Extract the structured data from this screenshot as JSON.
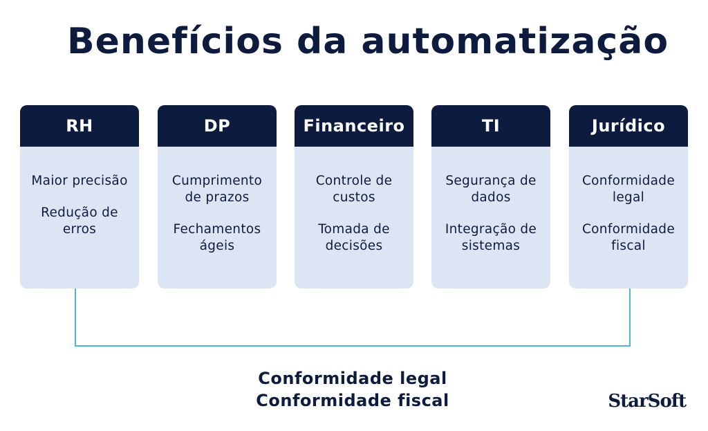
{
  "title": "Benefícios da automatização",
  "cards": [
    {
      "header": "RH",
      "items": [
        "Maior precisão",
        "Redução de erros"
      ]
    },
    {
      "header": "DP",
      "items": [
        "Cumprimento de prazos",
        "Fechamentos ágeis"
      ]
    },
    {
      "header": "Financeiro",
      "items": [
        "Controle de custos",
        "Tomada de decisões"
      ]
    },
    {
      "header": "TI",
      "items": [
        "Segurança de dados",
        "Integração de sistemas"
      ]
    },
    {
      "header": "Jurídico",
      "items": [
        "Conformidade legal",
        "Conformidade fiscal"
      ]
    }
  ],
  "footer": {
    "line1": "Conformidade legal",
    "line2": "Conformidade fiscal"
  },
  "logo": "StarSoft",
  "colors": {
    "navy": "#0d1b3e",
    "card_bg": "#dde5f5",
    "connector": "#4fb6c6"
  }
}
